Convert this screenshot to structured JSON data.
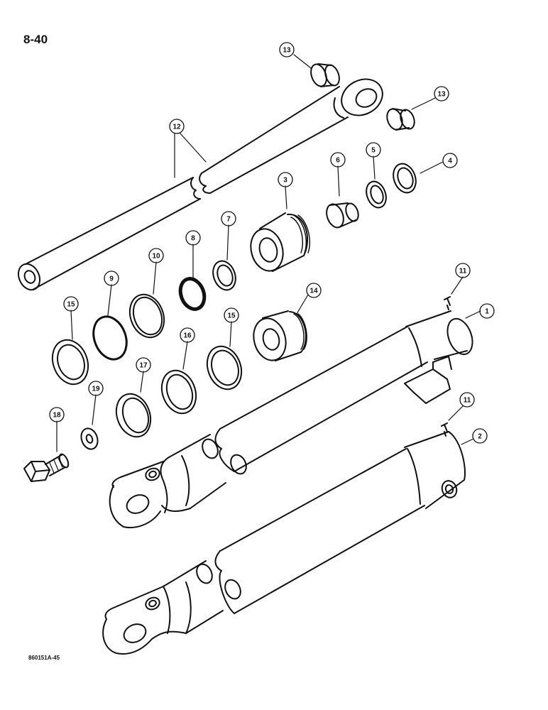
{
  "page": {
    "number": "8-40",
    "figure_code": "860151A-45"
  },
  "callouts": [
    {
      "id": "c13a",
      "label": "13"
    },
    {
      "id": "c13b",
      "label": "13"
    },
    {
      "id": "c12",
      "label": "12"
    },
    {
      "id": "c3",
      "label": "3"
    },
    {
      "id": "c6",
      "label": "6"
    },
    {
      "id": "c5",
      "label": "5"
    },
    {
      "id": "c4",
      "label": "4"
    },
    {
      "id": "c7",
      "label": "7"
    },
    {
      "id": "c8",
      "label": "8"
    },
    {
      "id": "c10",
      "label": "10"
    },
    {
      "id": "c9",
      "label": "9"
    },
    {
      "id": "c15a",
      "label": "15"
    },
    {
      "id": "c14",
      "label": "14"
    },
    {
      "id": "c11a",
      "label": "11"
    },
    {
      "id": "c1",
      "label": "1"
    },
    {
      "id": "c16",
      "label": "16"
    },
    {
      "id": "c15b",
      "label": "15"
    },
    {
      "id": "c17",
      "label": "17"
    },
    {
      "id": "c19",
      "label": "19"
    },
    {
      "id": "c18",
      "label": "18"
    },
    {
      "id": "c11b",
      "label": "11"
    },
    {
      "id": "c2",
      "label": "2"
    }
  ]
}
